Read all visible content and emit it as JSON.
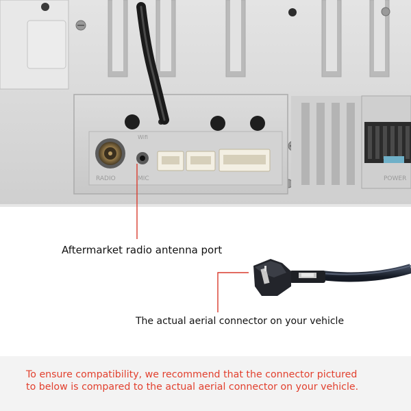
{
  "captions": {
    "port": "Aftermarket radio antenna port",
    "connector": "The actual aerial connector on your vehicle"
  },
  "panel_labels": {
    "radio": "RADIO",
    "mic": "MIC",
    "wifi": "Wifi",
    "power": "POWER"
  },
  "notice": {
    "line1": "To ensure compatibility, we recommend that the connector pictured",
    "line2": "to below is compared to the actual aerial connector on your vehicle."
  },
  "colors": {
    "notice_text": "#e2402e",
    "leader_line": "#d93a2c",
    "notice_background": "#f3f3f3",
    "chassis": "#d9d9d9"
  },
  "icons": [
    "screw-icon",
    "antenna-port-icon",
    "connector-plug-icon"
  ]
}
